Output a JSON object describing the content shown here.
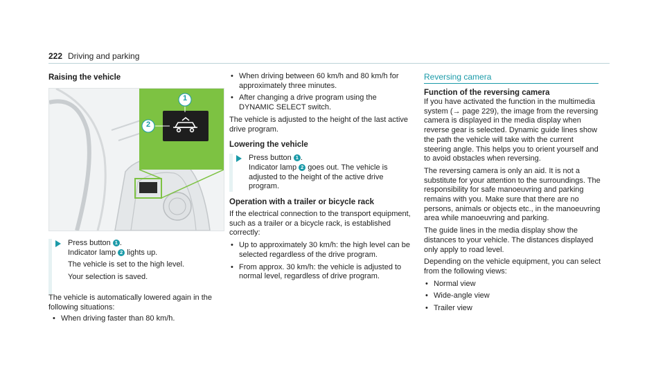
{
  "header": {
    "page_number": "222",
    "section": "Driving and parking"
  },
  "left": {
    "heading": "Raising the vehicle",
    "figure": {
      "callout_1": "1",
      "callout_2": "2"
    },
    "step": {
      "line1_pre": "Press button ",
      "line1_num": "1",
      "line1_post": ".",
      "line2_pre": "Indicator lamp ",
      "line2_num": "2",
      "line2_post": " lights up.",
      "line3": "The vehicle is set to the high level.",
      "line4": "Your selection is saved."
    },
    "para1": "The vehicle is automatically lowered again in the following situations:",
    "bullet1": "When driving faster than 80 km/h."
  },
  "middle": {
    "bullet2": "When driving between 60 km/h and 80 km/h for approximately three minutes.",
    "bullet3": "After changing a drive program using the DYNAMIC SELECT switch.",
    "para2": "The vehicle is adjusted to the height of the last active drive program.",
    "heading2": "Lowering the vehicle",
    "step2": {
      "line1_pre": "Press button ",
      "line1_num": "1",
      "line1_post": ".",
      "line2_pre": "Indicator lamp ",
      "line2_num": "2",
      "line2_post": " goes out. The vehicle is adjusted to the height of the active drive program."
    },
    "heading3": "Operation with a trailer or bicycle rack",
    "para3": "If the electrical connection to the transport equipment, such as a trailer or a bicycle rack, is established correctly:",
    "bullet4": "Up to approximately 30 km/h: the high level can be selected regardless of the drive program.",
    "bullet5": "From approx. 30 km/h: the vehicle is adjusted to normal level, regardless of drive program."
  },
  "right": {
    "section_title": "Reversing camera",
    "heading": "Function of the reversing camera",
    "para1_pre": "If you have activated the function in the multimedia system (",
    "para1_arrow": "→",
    "para1_post": " page 229), the image from the reversing camera is displayed in the media display when reverse gear is selected. Dynamic guide lines show the path the vehicle will take with the current steering angle. This helps you to orient yourself and to avoid obstacles when reversing.",
    "para2": "The reversing camera is only an aid. It is not a substitute for your attention to the surroundings. The responsibility for safe manoeuvring and parking remains with you. Make sure that there are no persons, animals or objects etc., in the manoeuvring area while manoeuvring and parking.",
    "para3": "The guide lines in the media display show the distances to your vehicle. The distances displayed only apply to road level.",
    "para4": "Depending on the vehicle equipment, you can select from the following views:",
    "views": [
      "Normal view",
      "Wide-angle view",
      "Trailer view"
    ]
  },
  "colors": {
    "accent": "#1a9aa8",
    "figure_green": "#7dc242",
    "bar": "#e6f2f3"
  }
}
